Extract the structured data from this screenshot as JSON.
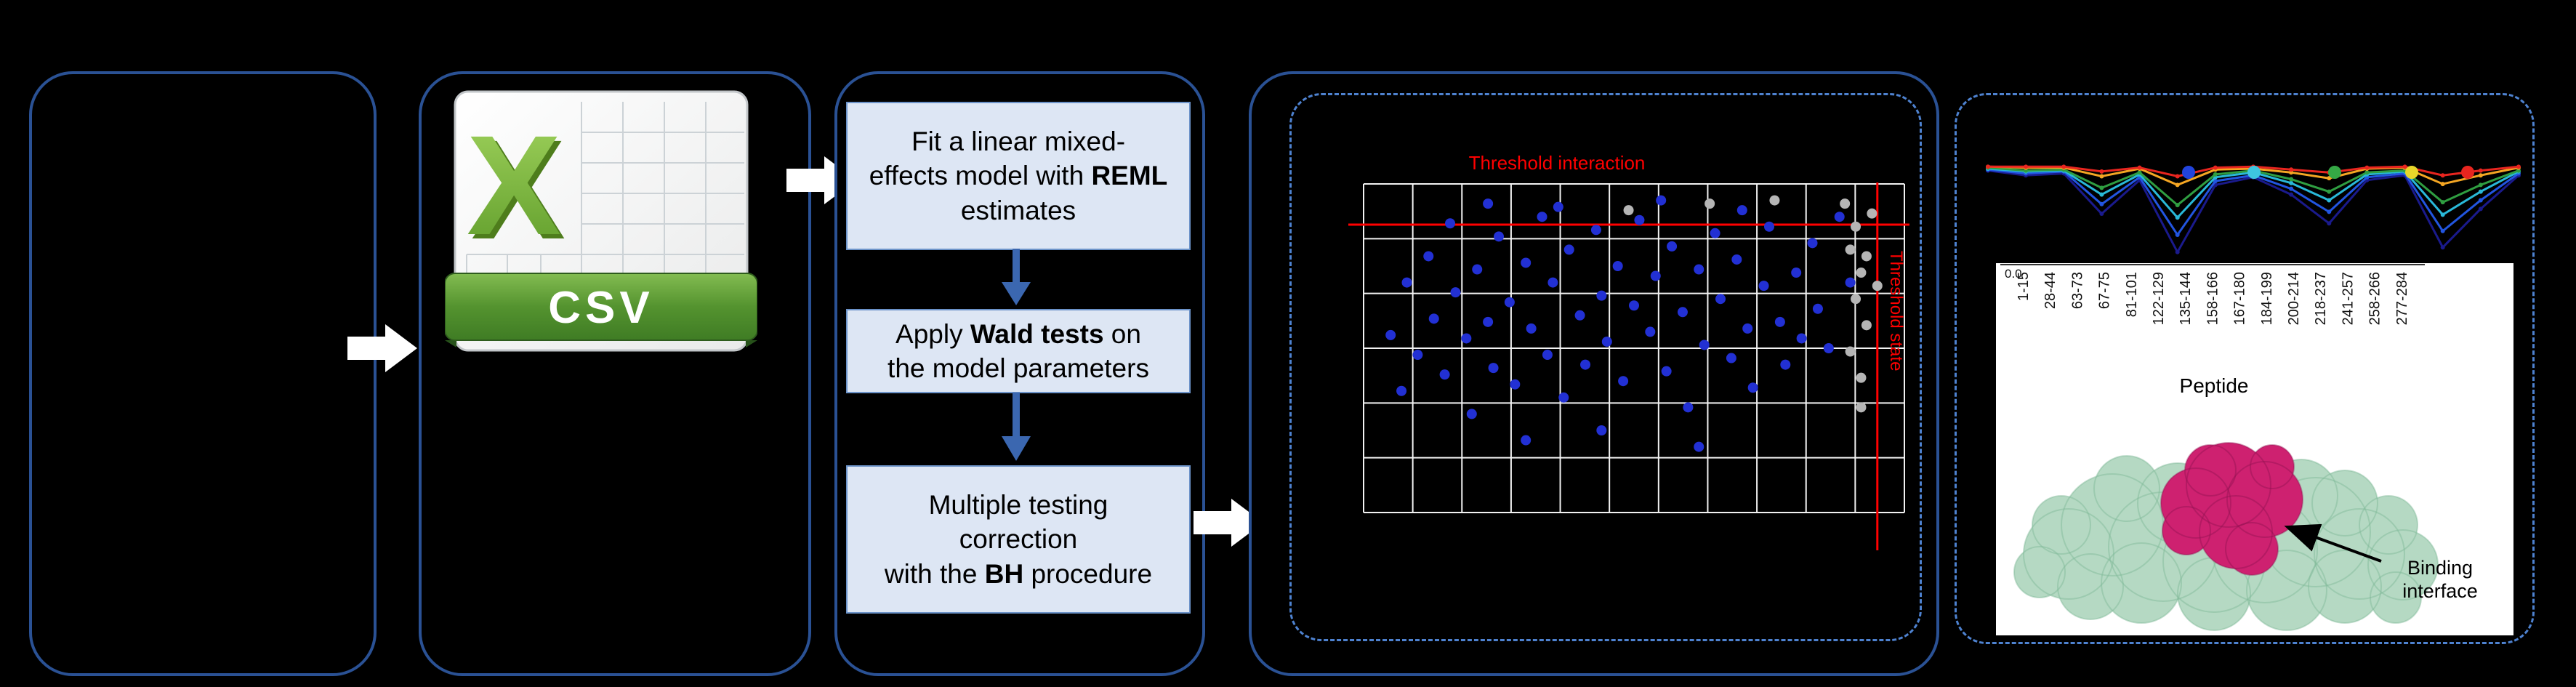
{
  "figure": {
    "csv_icon": {
      "x_letter": "X",
      "banner": "CSV"
    },
    "steps": [
      {
        "pre": "Fit a linear mixed-\neffects model with ",
        "bold": "REML",
        "post": " estimates"
      },
      {
        "pre": "Apply ",
        "bold": "Wald tests",
        "post": " on\nthe model parameters"
      },
      {
        "pre": "Multiple testing\ncorrection\nwith the ",
        "bold": "BH",
        "post": " procedure"
      }
    ],
    "scatter": {
      "type": "scatter",
      "title": "Threshold interaction",
      "side_label": "Threshold state",
      "colors": {
        "significant": "#2230d4",
        "filtered": "#b5b5b5",
        "threshold": "#ff0000"
      },
      "threshold_y_pct": 12.4,
      "threshold_x_pct": 95,
      "blue_points": [
        [
          5,
          46
        ],
        [
          7,
          63
        ],
        [
          8,
          30
        ],
        [
          10,
          52
        ],
        [
          12,
          22
        ],
        [
          13,
          41
        ],
        [
          15,
          58
        ],
        [
          16,
          12
        ],
        [
          17,
          33
        ],
        [
          19,
          47
        ],
        [
          20,
          70
        ],
        [
          21,
          26
        ],
        [
          23,
          42
        ],
        [
          24,
          56
        ],
        [
          25,
          16
        ],
        [
          27,
          36
        ],
        [
          28,
          61
        ],
        [
          30,
          24
        ],
        [
          31,
          44
        ],
        [
          33,
          10
        ],
        [
          34,
          52
        ],
        [
          35,
          30
        ],
        [
          37,
          65
        ],
        [
          38,
          20
        ],
        [
          40,
          40
        ],
        [
          41,
          55
        ],
        [
          43,
          14
        ],
        [
          44,
          34
        ],
        [
          45,
          48
        ],
        [
          47,
          25
        ],
        [
          48,
          60
        ],
        [
          50,
          37
        ],
        [
          51,
          11
        ],
        [
          53,
          45
        ],
        [
          54,
          28
        ],
        [
          56,
          57
        ],
        [
          57,
          19
        ],
        [
          59,
          39
        ],
        [
          60,
          68
        ],
        [
          62,
          26
        ],
        [
          63,
          49
        ],
        [
          65,
          15
        ],
        [
          66,
          35
        ],
        [
          68,
          53
        ],
        [
          69,
          23
        ],
        [
          71,
          44
        ],
        [
          72,
          62
        ],
        [
          74,
          31
        ],
        [
          75,
          13
        ],
        [
          77,
          42
        ],
        [
          78,
          55
        ],
        [
          80,
          27
        ],
        [
          81,
          47
        ],
        [
          83,
          18
        ],
        [
          84,
          38
        ],
        [
          86,
          50
        ],
        [
          44,
          75
        ],
        [
          62,
          80
        ],
        [
          30,
          78
        ],
        [
          70,
          8
        ],
        [
          55,
          5
        ],
        [
          23,
          6
        ],
        [
          36,
          7
        ],
        [
          88,
          10
        ],
        [
          90,
          30
        ]
      ],
      "gray_points": [
        [
          89,
          6
        ],
        [
          91,
          13
        ],
        [
          90,
          20
        ],
        [
          92,
          27
        ],
        [
          91,
          35
        ],
        [
          93,
          43
        ],
        [
          90,
          51
        ],
        [
          92,
          59
        ],
        [
          94,
          9
        ],
        [
          93,
          22
        ],
        [
          95,
          31
        ],
        [
          92,
          68
        ],
        [
          64,
          6
        ],
        [
          49,
          8
        ],
        [
          76,
          5
        ]
      ]
    },
    "uptake_chart": {
      "type": "line",
      "legend_dot_colors": [
        "#2244dd",
        "#3ec6e0",
        "#35a845",
        "#e8d62a",
        "#e8251f"
      ],
      "series": [
        {
          "color": "#1a1a8c",
          "values": [
            0.05,
            0.1,
            0.08,
            0.5,
            0.15,
            0.9,
            0.2,
            0.12,
            0.3,
            0.6,
            0.15,
            0.1,
            0.85,
            0.45,
            0.1
          ]
        },
        {
          "color": "#2255e0",
          "values": [
            0.04,
            0.08,
            0.06,
            0.4,
            0.12,
            0.72,
            0.16,
            0.1,
            0.24,
            0.48,
            0.12,
            0.08,
            0.68,
            0.36,
            0.08
          ]
        },
        {
          "color": "#29b8d8",
          "values": [
            0.03,
            0.06,
            0.05,
            0.3,
            0.09,
            0.54,
            0.12,
            0.07,
            0.18,
            0.36,
            0.09,
            0.06,
            0.51,
            0.27,
            0.06
          ]
        },
        {
          "color": "#2f9e41",
          "values": [
            0.02,
            0.05,
            0.04,
            0.23,
            0.07,
            0.41,
            0.09,
            0.05,
            0.14,
            0.27,
            0.07,
            0.05,
            0.38,
            0.2,
            0.05
          ]
        },
        {
          "color": "#f5a623",
          "values": [
            0.01,
            0.02,
            0.02,
            0.11,
            0.03,
            0.2,
            0.04,
            0.03,
            0.07,
            0.13,
            0.03,
            0.02,
            0.19,
            0.1,
            0.02
          ]
        },
        {
          "color": "#e8251f",
          "values": [
            0.01,
            0.01,
            0.01,
            0.06,
            0.02,
            0.11,
            0.02,
            0.01,
            0.04,
            0.07,
            0.02,
            0.01,
            0.1,
            0.05,
            0.01
          ]
        }
      ],
      "y_tick": "0.0",
      "x_tick_labels": [
        "1-15",
        "28-44",
        "63-73",
        "67-75",
        "81-101",
        "122-129",
        "135-144",
        "158-166",
        "167-180",
        "184-199",
        "200-214",
        "218-237",
        "241-257",
        "258-266",
        "277-284"
      ],
      "x_axis_title": "Peptide"
    },
    "structure": {
      "annotation_line1": "Binding",
      "annotation_line2": "interface",
      "surface_color": "#b5d9c3",
      "surface_edge_color": "#7fb897",
      "interface_color": "#ce2170",
      "interface_edge_color": "#8e1150"
    }
  }
}
